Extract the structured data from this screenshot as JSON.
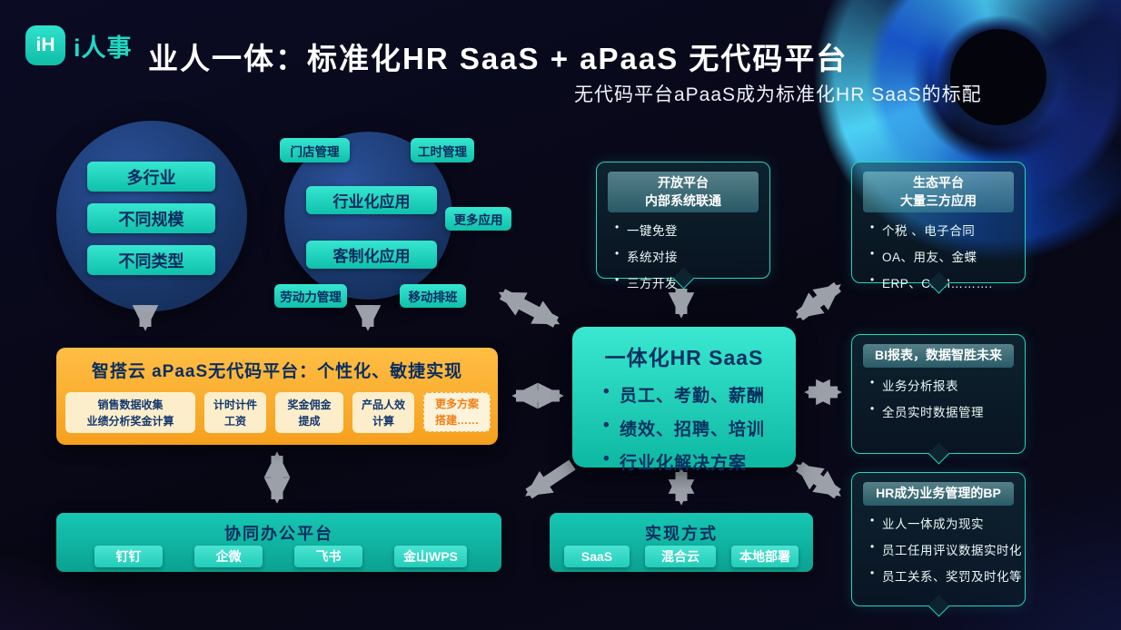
{
  "page": {
    "logo_glyph": "iH",
    "logo_text": "i人事",
    "title": "业人一体：标准化HR SaaS +  aPaaS 无代码平台",
    "subtitle": "无代码平台aPaaS成为标准化HR SaaS的标配"
  },
  "colors": {
    "teal": "#1ed9c4",
    "navy": "#0a2a5e",
    "orange": "#f5a01d",
    "arrow": "#a8adb6"
  },
  "segments": [
    "多行业",
    "不同规模",
    "不同类型"
  ],
  "apps": {
    "store": "门店管理",
    "hours": "工时管理",
    "industry": "行业化应用",
    "more": "更多应用",
    "custom": "客制化应用",
    "workforce": "劳动力管理",
    "mobile": "移动排班"
  },
  "apaas": {
    "title": "智搭云 aPaaS无代码平台：个性化、敏捷实现",
    "cards": [
      {
        "lines": [
          "销售数据收集",
          "业绩分析奖金计算"
        ]
      },
      {
        "lines": [
          "计时计件",
          "工资"
        ]
      },
      {
        "lines": [
          "奖金佣金",
          "提成"
        ]
      },
      {
        "lines": [
          "产品人效",
          "计算"
        ]
      },
      {
        "lines": [
          "更多方案",
          "搭建……"
        ]
      }
    ]
  },
  "collab": {
    "title": "协同办公平台",
    "items": [
      "钉钉",
      "企微",
      "飞书",
      "金山WPS"
    ]
  },
  "hr_saas": {
    "title": "一体化HR SaaS",
    "bullets": [
      "员工、考勤、薪酬",
      "绩效、招聘、培训",
      "行业化解决方案"
    ]
  },
  "deploy": {
    "title": "实现方式",
    "items": [
      "SaaS",
      "混合云",
      "本地部署"
    ]
  },
  "open_platform": {
    "header": [
      "开放平台",
      "内部系统联通"
    ],
    "bullets": [
      "一键免登",
      "系统对接",
      "三方开发"
    ]
  },
  "ecosystem": {
    "header": [
      "生态平台",
      "大量三方应用"
    ],
    "bullets": [
      "个税 、电子合同",
      "OA、用友、金蝶",
      "ERP、CRM………."
    ]
  },
  "bi": {
    "header": [
      "BI报表，数据智胜未来"
    ],
    "bullets": [
      "业务分析报表",
      "全员实时数据管理"
    ]
  },
  "bp": {
    "header": [
      "HR成为业务管理的BP"
    ],
    "bullets": [
      "业人一体成为现实",
      "员工任用评议数据实时化",
      "员工关系、奖罚及时化等"
    ]
  }
}
